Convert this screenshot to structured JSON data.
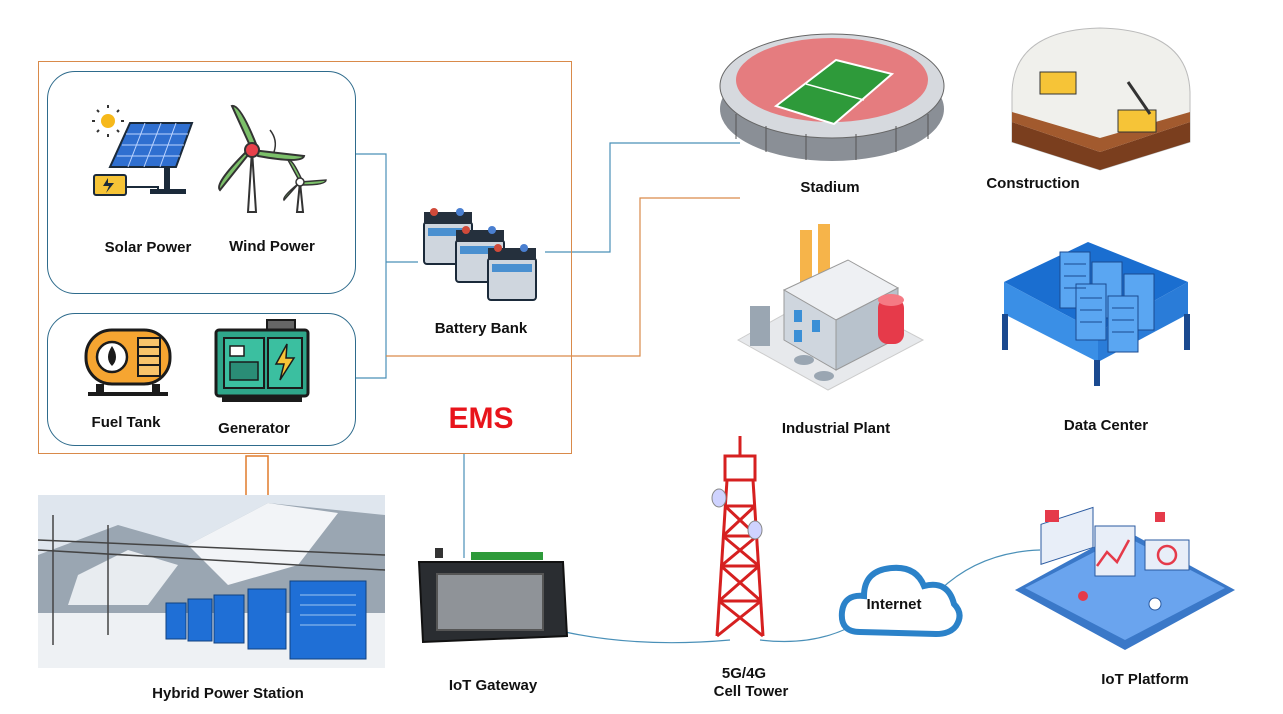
{
  "title": "EMS",
  "sources": {
    "solar": "Solar Power",
    "wind": "Wind Power",
    "fuel": "Fuel Tank",
    "generator": "Generator"
  },
  "battery": "Battery Bank",
  "station": "Hybrid Power Station",
  "gateway": "IoT Gateway",
  "tower": [
    "5G/4G",
    "Cell Tower"
  ],
  "internet": "Internet",
  "platform": "IoT Platform",
  "loads": {
    "stadium": "Stadium",
    "construction": "Construction",
    "industrial": "Industrial Plant",
    "datacenter": "Data Center"
  },
  "colors": {
    "blue_line": "#4a90b8",
    "orange_line": "#d98a4a",
    "ems_red": "#e8141b"
  }
}
